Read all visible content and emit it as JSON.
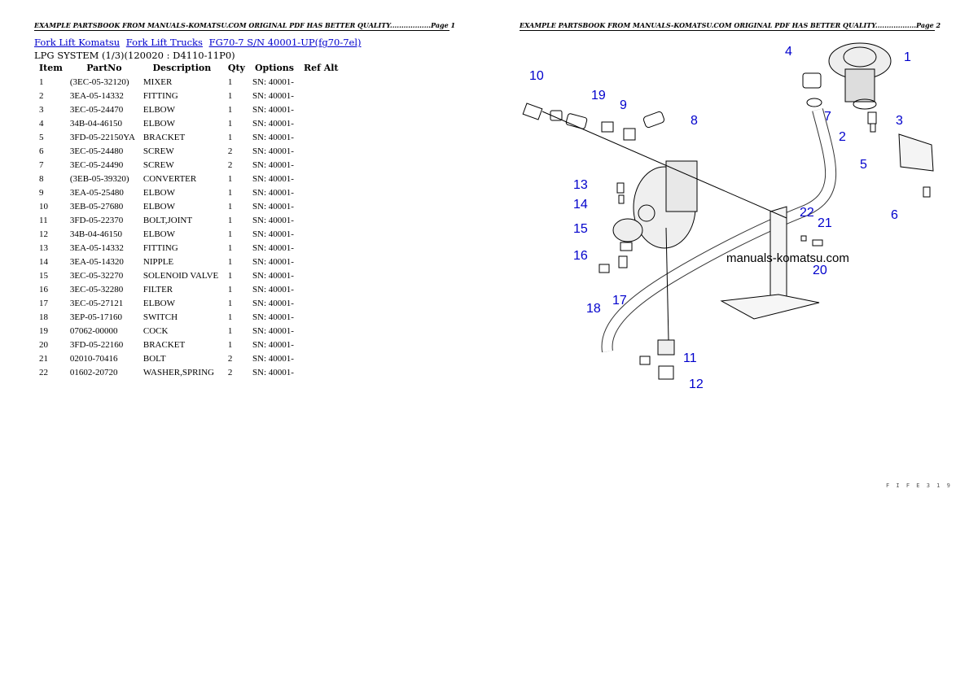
{
  "header": {
    "left": "EXAMPLE PARTSBOOK FROM MANUALS-KOMATSU.COM ORIGINAL PDF HAS BETTER QUALITY..................Page 1",
    "right": "EXAMPLE PARTSBOOK FROM MANUALS-KOMATSU.COM ORIGINAL PDF HAS BETTER QUALITY..................Page 2"
  },
  "breadcrumb": [
    "Fork Lift Komatsu",
    "Fork Lift Trucks",
    "FG70-7 S/N 40001-UP(fg70-7el)"
  ],
  "subtitle": "LPG SYSTEM (1/3)(120020 : D4110-11P0)",
  "columns": [
    "Item",
    "PartNo",
    "Description",
    "Qty",
    "Options",
    "Ref Alt"
  ],
  "parts": [
    {
      "item": "1",
      "partno": "(3EC-05-32120)",
      "desc": "MIXER",
      "qty": "1",
      "opt": "SN: 40001-"
    },
    {
      "item": "2",
      "partno": "3EA-05-14332",
      "desc": "FITTING",
      "qty": "1",
      "opt": "SN: 40001-"
    },
    {
      "item": "3",
      "partno": "3EC-05-24470",
      "desc": "ELBOW",
      "qty": "1",
      "opt": "SN: 40001-"
    },
    {
      "item": "4",
      "partno": "34B-04-46150",
      "desc": "ELBOW",
      "qty": "1",
      "opt": "SN: 40001-"
    },
    {
      "item": "5",
      "partno": "3FD-05-22150YA",
      "desc": "BRACKET",
      "qty": "1",
      "opt": "SN: 40001-"
    },
    {
      "item": "6",
      "partno": "3EC-05-24480",
      "desc": "SCREW",
      "qty": "2",
      "opt": "SN: 40001-"
    },
    {
      "item": "7",
      "partno": "3EC-05-24490",
      "desc": "SCREW",
      "qty": "2",
      "opt": "SN: 40001-"
    },
    {
      "item": "8",
      "partno": "(3EB-05-39320)",
      "desc": "CONVERTER",
      "qty": "1",
      "opt": "SN: 40001-"
    },
    {
      "item": "9",
      "partno": "3EA-05-25480",
      "desc": "ELBOW",
      "qty": "1",
      "opt": "SN: 40001-"
    },
    {
      "item": "10",
      "partno": "3EB-05-27680",
      "desc": "ELBOW",
      "qty": "1",
      "opt": "SN: 40001-"
    },
    {
      "item": "11",
      "partno": "3FD-05-22370",
      "desc": "BOLT,JOINT",
      "qty": "1",
      "opt": "SN: 40001-"
    },
    {
      "item": "12",
      "partno": "34B-04-46150",
      "desc": "ELBOW",
      "qty": "1",
      "opt": "SN: 40001-"
    },
    {
      "item": "13",
      "partno": "3EA-05-14332",
      "desc": "FITTING",
      "qty": "1",
      "opt": "SN: 40001-"
    },
    {
      "item": "14",
      "partno": "3EA-05-14320",
      "desc": "NIPPLE",
      "qty": "1",
      "opt": "SN: 40001-"
    },
    {
      "item": "15",
      "partno": "3EC-05-32270",
      "desc": "SOLENOID VALVE",
      "qty": "1",
      "opt": "SN: 40001-"
    },
    {
      "item": "16",
      "partno": "3EC-05-32280",
      "desc": "FILTER",
      "qty": "1",
      "opt": "SN: 40001-"
    },
    {
      "item": "17",
      "partno": "3EC-05-27121",
      "desc": "ELBOW",
      "qty": "1",
      "opt": "SN: 40001-"
    },
    {
      "item": "18",
      "partno": "3EP-05-17160",
      "desc": "SWITCH",
      "qty": "1",
      "opt": "SN: 40001-"
    },
    {
      "item": "19",
      "partno": "07062-00000",
      "desc": "COCK",
      "qty": "1",
      "opt": "SN: 40001-"
    },
    {
      "item": "20",
      "partno": "3FD-05-22160",
      "desc": "BRACKET",
      "qty": "1",
      "opt": "SN: 40001-"
    },
    {
      "item": "21",
      "partno": "02010-70416",
      "desc": "BOLT",
      "qty": "2",
      "opt": "SN: 40001-"
    },
    {
      "item": "22",
      "partno": "01602-20720",
      "desc": "WASHER,SPRING",
      "qty": "2",
      "opt": "SN: 40001-"
    }
  ],
  "diagram": {
    "watermark": "manuals-komatsu.com",
    "code": "F I F E 3 1 9",
    "labels": [
      "1",
      "2",
      "3",
      "4",
      "5",
      "6",
      "7",
      "8",
      "9",
      "10",
      "11",
      "12",
      "13",
      "14",
      "15",
      "16",
      "17",
      "18",
      "19",
      "20",
      "21",
      "22"
    ]
  },
  "colors": {
    "link": "#0000cc",
    "callout": "#0000cc"
  }
}
